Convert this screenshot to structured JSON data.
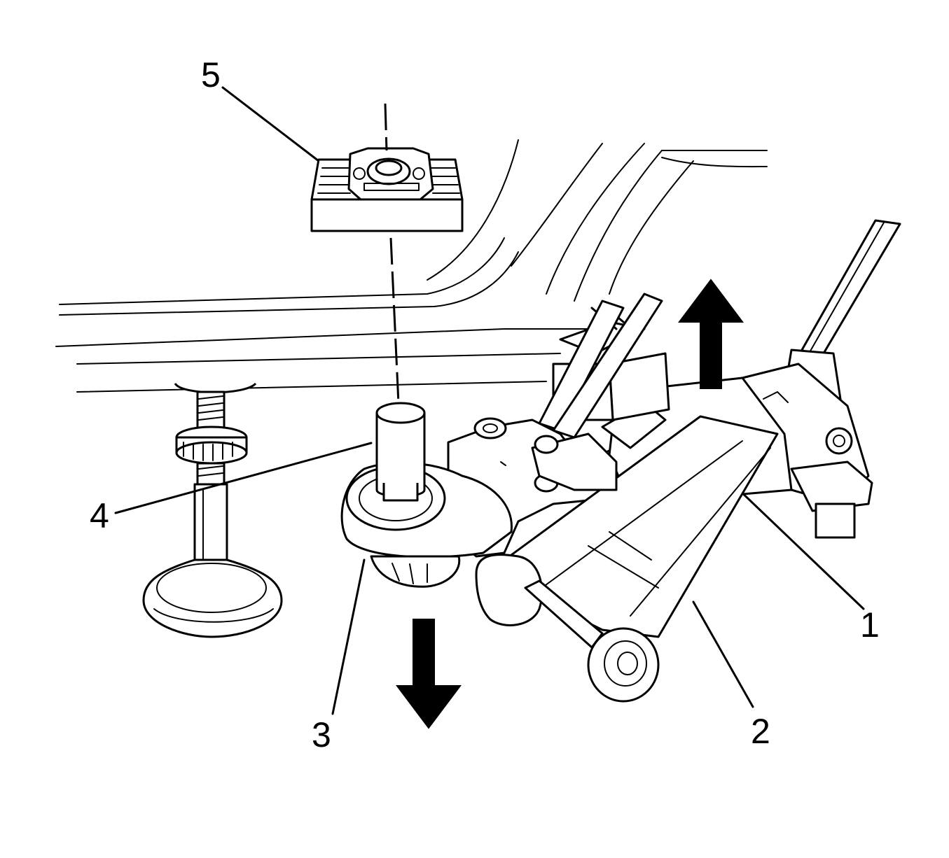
{
  "callouts": {
    "c1": "1",
    "c2": "2",
    "c3": "3",
    "c4": "4",
    "c5": "5"
  },
  "colors": {
    "line": "#000000",
    "background": "#ffffff"
  },
  "icons": [
    "up-arrow-icon",
    "down-arrow-icon"
  ]
}
